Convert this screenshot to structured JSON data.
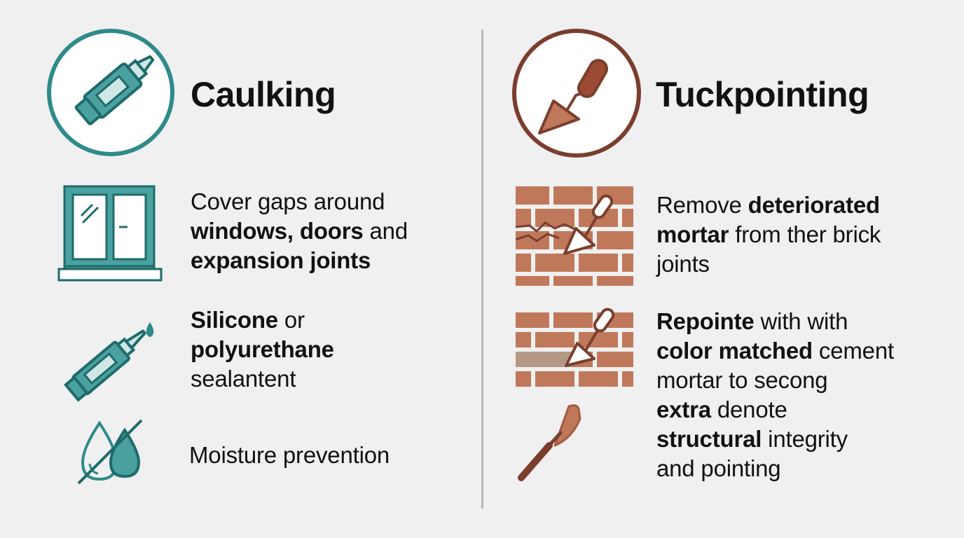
{
  "colors": {
    "teal": "#2f8a8a",
    "teal_fill": "#4aa1a0",
    "brick": "#c0785a",
    "brick_dark": "#7a3e2e",
    "handle": "#9c4a34",
    "bg": "#f0f0f0"
  },
  "left": {
    "title": "Caulking",
    "header_icon": "caulk-tube-icon",
    "items": [
      {
        "icon": "window-icon",
        "parts": [
          {
            "text": "Cover gaps around",
            "bold": false
          },
          {
            "text": "windows, doors",
            "bold": true
          },
          {
            "text": " and",
            "bold": false
          },
          {
            "text": "expansion joints",
            "bold": true
          }
        ]
      },
      {
        "icon": "sealant-tube-icon",
        "parts": [
          {
            "text": "Silicone",
            "bold": true
          },
          {
            "text": " or",
            "bold": false
          },
          {
            "text": "polyurethane",
            "bold": true
          },
          {
            "text": "sealantent",
            "bold": false
          }
        ]
      },
      {
        "icon": "no-moisture-icon",
        "parts": [
          {
            "text": "Moisture prevention",
            "bold": false
          }
        ]
      }
    ]
  },
  "right": {
    "title": "Tuckpointing",
    "header_icon": "trowel-icon",
    "items": [
      {
        "icon": "cracked-brick-wall-icon",
        "parts": [
          {
            "text": "Remove ",
            "bold": false
          },
          {
            "text": "deteriorated",
            "bold": true
          },
          {
            "text": "mortar",
            "bold": true
          },
          {
            "text": " from ther brick",
            "bold": false
          },
          {
            "text": "joints",
            "bold": false
          }
        ]
      },
      {
        "icon": "brick-wall-trowel-icon",
        "parts": [
          {
            "text": "Repointe",
            "bold": true
          },
          {
            "text": " with  with",
            "bold": false
          },
          {
            "text": "color matched",
            "bold": true
          },
          {
            "text": " cement",
            "bold": false
          },
          {
            "text": "mortar to secong",
            "bold": false
          },
          {
            "text": "extra",
            "bold": true
          },
          {
            "text": " denote",
            "bold": false
          },
          {
            "text": "structural",
            "bold": true
          },
          {
            "text": " integrity",
            "bold": false
          },
          {
            "text": "and pointing",
            "bold": false
          }
        ]
      },
      {
        "icon": "pointing-trowel-icon"
      }
    ]
  }
}
